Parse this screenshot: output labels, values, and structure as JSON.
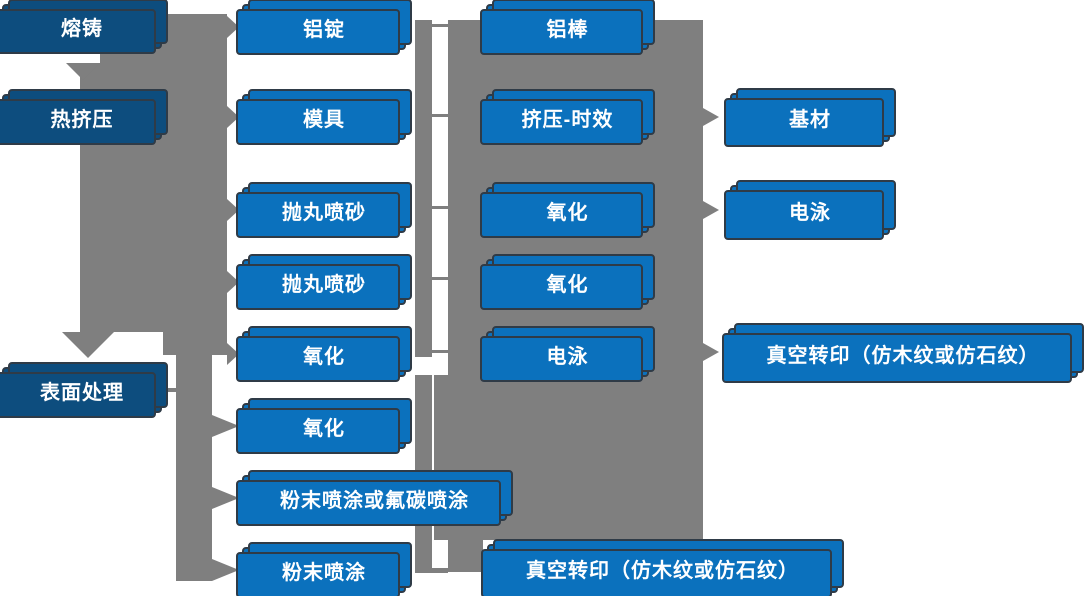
{
  "colors": {
    "stage_fill": "#0d4d7e",
    "process_fill": "#0b71bd",
    "box_border": "#2f3b47",
    "box_text": "#ffffff",
    "connector": "#7f7f7f",
    "background": "#ffffff"
  },
  "flowchart": {
    "columns": [
      {
        "name": "process-stages",
        "boxes": [
          {
            "label": "熔铸"
          },
          {
            "label": "热挤压"
          },
          {
            "label": "表面处理"
          }
        ]
      },
      {
        "name": "first-steps",
        "boxes": [
          {
            "label": "铝锭"
          },
          {
            "label": "模具"
          },
          {
            "label": "抛丸喷砂"
          },
          {
            "label": "抛丸喷砂"
          },
          {
            "label": "氧化"
          },
          {
            "label": "氧化"
          },
          {
            "label": "粉末喷涂或氟碳喷涂"
          },
          {
            "label": "粉末喷涂"
          }
        ]
      },
      {
        "name": "second-steps",
        "boxes": [
          {
            "label": "铝棒"
          },
          {
            "label": "挤压-时效"
          },
          {
            "label": "氧化"
          },
          {
            "label": "氧化"
          },
          {
            "label": "电泳"
          },
          {
            "label": "真空转印（仿木纹或仿石纹）"
          }
        ]
      },
      {
        "name": "final-products",
        "boxes": [
          {
            "label": "基材"
          },
          {
            "label": "电泳"
          },
          {
            "label": "真空转印（仿木纹或仿石纹）"
          }
        ]
      }
    ],
    "connections": [
      {
        "from": "熔铸",
        "to": "热挤压",
        "arrow": "down"
      },
      {
        "from": "热挤压",
        "to": "表面处理",
        "arrow": "down"
      },
      {
        "from": "熔铸/热挤压/表面处理 带",
        "to": "铝锭",
        "arrow": "right"
      },
      {
        "from": "熔铸/热挤压/表面处理 带",
        "to": "模具",
        "arrow": "right"
      },
      {
        "from": "熔铸/热挤压/表面处理 带",
        "to": "抛丸喷砂",
        "arrow": "right"
      },
      {
        "from": "熔铸/热挤压/表面处理 带",
        "to": "抛丸喷砂",
        "arrow": "right"
      },
      {
        "from": "熔铸/热挤压/表面处理 带",
        "to": "氧化",
        "arrow": "right"
      },
      {
        "from": "表面处理",
        "to": "氧化",
        "arrow": "right"
      },
      {
        "from": "表面处理",
        "to": "粉末喷涂或氟碳喷涂",
        "arrow": "right"
      },
      {
        "from": "表面处理",
        "to": "粉末喷涂",
        "arrow": "right"
      },
      {
        "from": "铝锭",
        "to": "铝棒",
        "arrow": "line"
      },
      {
        "from": "模具",
        "to": "挤压-时效",
        "arrow": "line"
      },
      {
        "from": "抛丸喷砂",
        "to": "氧化",
        "arrow": "line"
      },
      {
        "from": "抛丸喷砂",
        "to": "氧化",
        "arrow": "line"
      },
      {
        "from": "氧化",
        "to": "电泳",
        "arrow": "line"
      },
      {
        "from": "粉末喷涂",
        "to": "真空转印（仿木纹或仿石纹）",
        "arrow": "line"
      },
      {
        "from": "挤压-时效",
        "to": "基材",
        "arrow": "right"
      },
      {
        "from": "氧化",
        "to": "电泳",
        "arrow": "right"
      },
      {
        "from": "电泳",
        "to": "真空转印（仿木纹或仿石纹）",
        "arrow": "right"
      }
    ]
  }
}
